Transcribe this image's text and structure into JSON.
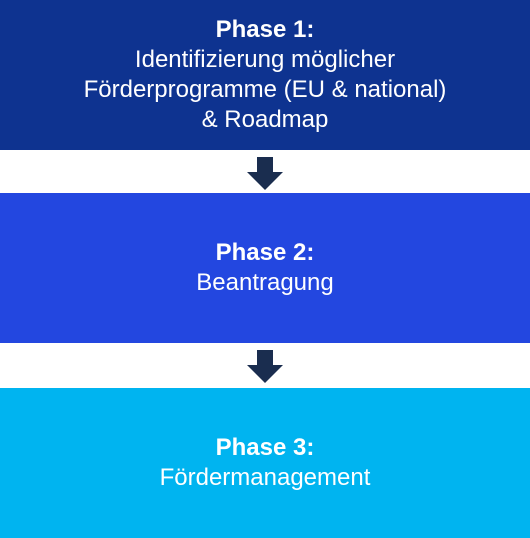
{
  "colors": {
    "phase1": "#0e3390",
    "phase2": "#2347e0",
    "phase3": "#00b4f0",
    "arrow": "#1a2d4f"
  },
  "phases": [
    {
      "title": "Phase 1:",
      "text": "Identifizierung möglicher\nFörderprogramme (EU & national)\n& Roadmap"
    },
    {
      "title": "Phase 2:",
      "text": "Beantragung"
    },
    {
      "title": "Phase 3:",
      "text": "Fördermanagement"
    }
  ]
}
